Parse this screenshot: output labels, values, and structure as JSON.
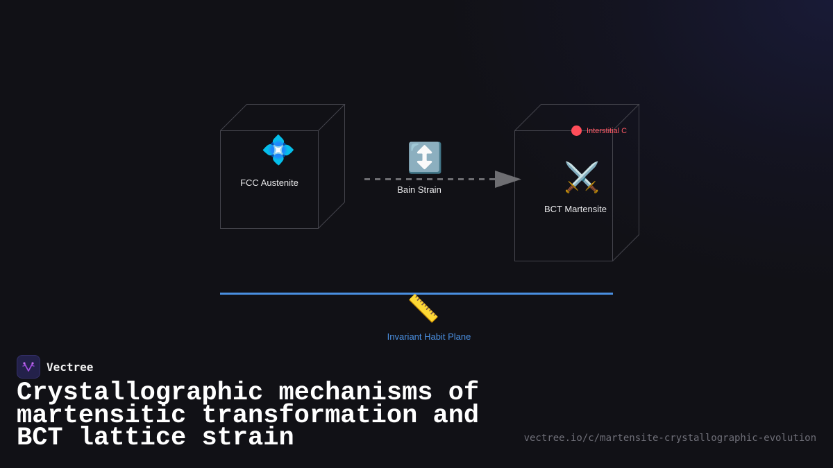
{
  "diagram": {
    "nodes": {
      "fcc": {
        "label": "FCC Austenite",
        "icon": "blue-diamond-emoji",
        "glyph": "💠"
      },
      "bain": {
        "label": "Bain Strain",
        "icon": "up-down-arrow-emoji",
        "glyph": "↕️"
      },
      "bct": {
        "label": "BCT Martensite",
        "icon": "crossed-swords-emoji",
        "glyph": "⚔️"
      },
      "interstitial": {
        "label": "Interstitial C",
        "color": "#ff4d5a"
      },
      "habit": {
        "label": "Invariant Habit Plane",
        "icon": "ruler-emoji",
        "glyph": "📏",
        "color": "#4a8fe0"
      }
    },
    "edges": [
      {
        "from": "FCC Austenite",
        "to": "BCT Martensite",
        "label": "Bain Strain",
        "style": "dashed"
      }
    ]
  },
  "brand": {
    "name": "Vectree"
  },
  "title": "Crystallographic mechanisms of martensitic transformation and BCT lattice strain",
  "url": "vectree.io/c/martensite-crystallographic-evolution",
  "colors": {
    "background": "#111116",
    "cube_stroke": "#44444c",
    "arrow": "#6e6e72",
    "habit_plane": "#4a8fe0",
    "interstitial": "#ff4d5a"
  }
}
